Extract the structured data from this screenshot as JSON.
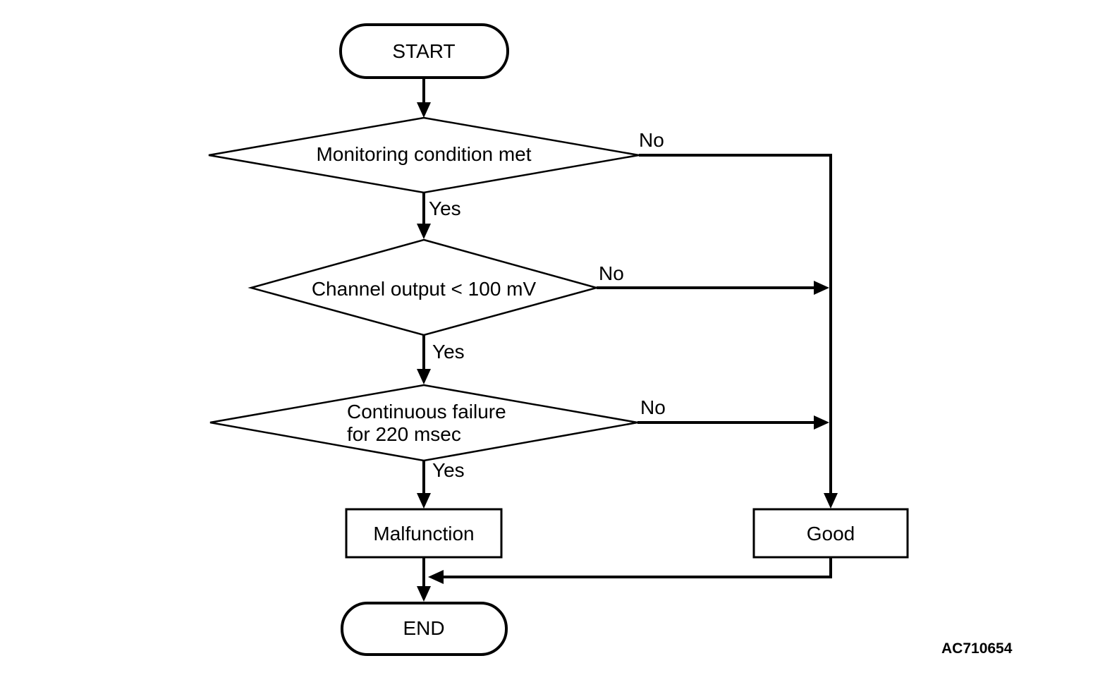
{
  "diagram": {
    "type": "flowchart",
    "background_color": "#ffffff",
    "line_color": "#000000",
    "figure_code": "AC710654",
    "nodes": {
      "start": {
        "shape": "terminator",
        "label": "START"
      },
      "monitoring": {
        "shape": "decision",
        "label": "Monitoring condition met"
      },
      "channel": {
        "shape": "decision",
        "label": "Channel output < 100 mV"
      },
      "failure": {
        "shape": "decision",
        "label": "Continuous failure for 220 msec",
        "lines": [
          "Continuous failure",
          "for 220 msec"
        ]
      },
      "malfunction": {
        "shape": "process",
        "label": "Malfunction"
      },
      "good": {
        "shape": "process",
        "label": "Good"
      },
      "end": {
        "shape": "terminator",
        "label": "END"
      }
    },
    "edges": [
      {
        "from": "start",
        "to": "monitoring",
        "label": ""
      },
      {
        "from": "monitoring",
        "to": "channel",
        "label": "Yes"
      },
      {
        "from": "monitoring",
        "to": "good",
        "label": "No"
      },
      {
        "from": "channel",
        "to": "failure",
        "label": "Yes"
      },
      {
        "from": "channel",
        "to": "good",
        "label": "No"
      },
      {
        "from": "failure",
        "to": "malfunction",
        "label": "Yes"
      },
      {
        "from": "failure",
        "to": "good",
        "label": "No"
      },
      {
        "from": "malfunction",
        "to": "end",
        "label": ""
      },
      {
        "from": "good",
        "to": "end",
        "label": ""
      }
    ]
  }
}
